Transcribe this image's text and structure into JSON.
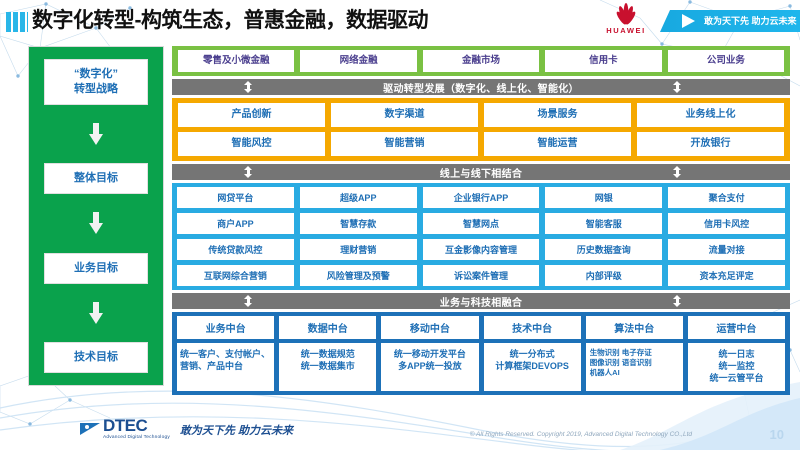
{
  "header": {
    "title": "数字化转型-构筑生态，普惠金融，数据驱动",
    "brand_logo": "HUAWEI",
    "banner_text": "敢为天下先 助力云未来"
  },
  "sidebar": {
    "items": [
      {
        "label": "“数字化”\n转型战略"
      },
      {
        "label": "整体目标"
      },
      {
        "label": "业务目标"
      },
      {
        "label": "技术目标"
      }
    ],
    "item_1": "“数字化”转型战略",
    "item_1_line1": "“数字化”",
    "item_1_line2": "转型战略",
    "item_2": "整体目标",
    "item_3": "业务目标",
    "item_4": "技术目标"
  },
  "business_lines": {
    "items": [
      "零售及小微金融",
      "网络金融",
      "金融市场",
      "信用卡",
      "公司业务"
    ]
  },
  "connectors": {
    "drive": "驱动转型发展（数字化、线上化、智能化）",
    "online_offline": "线上与线下相结合",
    "biz_tech": "业务与科技相融合"
  },
  "capabilities": {
    "row1": [
      "产品创新",
      "数字渠道",
      "场景服务",
      "业务线上化"
    ],
    "row2": [
      "智能风控",
      "智能营销",
      "智能运营",
      "开放银行"
    ]
  },
  "applications": {
    "row1": [
      "网贷平台",
      "超级APP",
      "企业银行APP",
      "网银",
      "聚合支付"
    ],
    "row2": [
      "商户APP",
      "智慧存款",
      "智慧网点",
      "智能客服",
      "信用卡风控"
    ],
    "row3": [
      "传统贷款风控",
      "理财营销",
      "互金影像内容管理",
      "历史数据查询",
      "流量对接"
    ],
    "row4": [
      "互联网综合营销",
      "风险管理及预警",
      "诉讼案件管理",
      "内部评级",
      "资本充足评定"
    ]
  },
  "platforms": {
    "columns": [
      {
        "title": "业务中台",
        "body": "统一客户、支付帐户、营销、产品中台"
      },
      {
        "title": "数据中台",
        "body": "统一数据规范\n统一数据集市"
      },
      {
        "title": "移动中台",
        "body": "统一移动开发平台\n多APP统一投放"
      },
      {
        "title": "技术中台",
        "body": "统一分布式\n计算框架DEVOPS"
      },
      {
        "title": "算法中台",
        "body": "生物识别 电子存证\n图像识别 语音识别\n机器人AI"
      },
      {
        "title": "运营中台",
        "body": "统一日志\n统一监控\n统一云管平台"
      }
    ],
    "col1_title": "业务中台",
    "col1_body": "统一客户、支付帐户、营销、产品中台",
    "col2_title": "数据中台",
    "col2_body_l1": "统一数据规范",
    "col2_body_l2": "统一数据集市",
    "col3_title": "移动中台",
    "col3_body_l1": "统一移动开发平台",
    "col3_body_l2": "多APP统一投放",
    "col4_title": "技术中台",
    "col4_body_l1": "统一分布式",
    "col4_body_l2": "计算框架DEVOPS",
    "col5_title": "算法中台",
    "col5_body_l1": "生物识别 电子存证",
    "col5_body_l2": "图像识别 语音识别",
    "col5_body_l3": "机器人AI",
    "col6_title": "运营中台",
    "col6_body_l1": "统一日志",
    "col6_body_l2": "统一监控",
    "col6_body_l3": "统一云管平台"
  },
  "footer": {
    "logo_word": "DTEC",
    "logo_sub": "Advanced Digital Technology",
    "slogan": "敢为天下先   助力云未来",
    "copyright": "© All Rights Reserved. Copyright 2019, Advanced Digital Technology CO.,Ltd",
    "page_number": "10"
  },
  "colors": {
    "sidebar_green": "#0aa24c",
    "band_green": "#7ac143",
    "band_orange": "#f5a800",
    "band_cyan": "#29abe2",
    "band_blue": "#1d71b8",
    "connector_gray": "#757575",
    "text_blue": "#1f6fb5",
    "brand_red": "#c8102e"
  }
}
